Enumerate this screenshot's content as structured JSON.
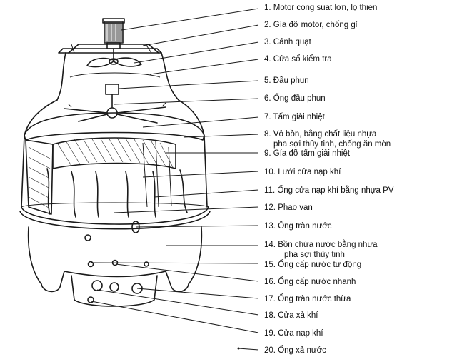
{
  "labels": [
    {
      "num": "1.",
      "text": "Motor cong suat lơn, lọ thien"
    },
    {
      "num": "2.",
      "text": "Gía đỡ motor, chống gỉ"
    },
    {
      "num": "3.",
      "text": "Cánh quạt"
    },
    {
      "num": "4.",
      "text": "Cửa sổ kiểm tra"
    },
    {
      "num": "5.",
      "text": "Đầu phun"
    },
    {
      "num": "6.",
      "text": "Ống đầu phun"
    },
    {
      "num": "7.",
      "text": "Tấm giải nhiệt"
    },
    {
      "num": "8.",
      "text": "Vỏ bồn, bằng chất liệu nhựa",
      "text2": "pha sợi thủy tinh, chống ăn mòn"
    },
    {
      "num": "9.",
      "text": "Gía đỡ tấm giải nhiệt"
    },
    {
      "num": "10.",
      "text": "Lưới cửa nạp khí"
    },
    {
      "num": "11.",
      "text": "Ống cửa nạp khí bằng nhựa PV"
    },
    {
      "num": "12.",
      "text": "Phao van"
    },
    {
      "num": "13.",
      "text": "Ống tràn nước"
    },
    {
      "num": "14.",
      "text": "Bồn chứa nước bằng nhựa",
      "text2": "pha sợi thủy tinh"
    },
    {
      "num": "15.",
      "text": "Ống cấp nước tự động"
    },
    {
      "num": "16.",
      "text": "Ống cấp nước nhanh"
    },
    {
      "num": "17.",
      "text": "Ống tràn nước thừa"
    },
    {
      "num": "18.",
      "text": "Cửa xả khí"
    },
    {
      "num": "19.",
      "text": "Cửa nạp khí"
    },
    {
      "num": "20.",
      "text": "Ống xả nước"
    }
  ]
}
